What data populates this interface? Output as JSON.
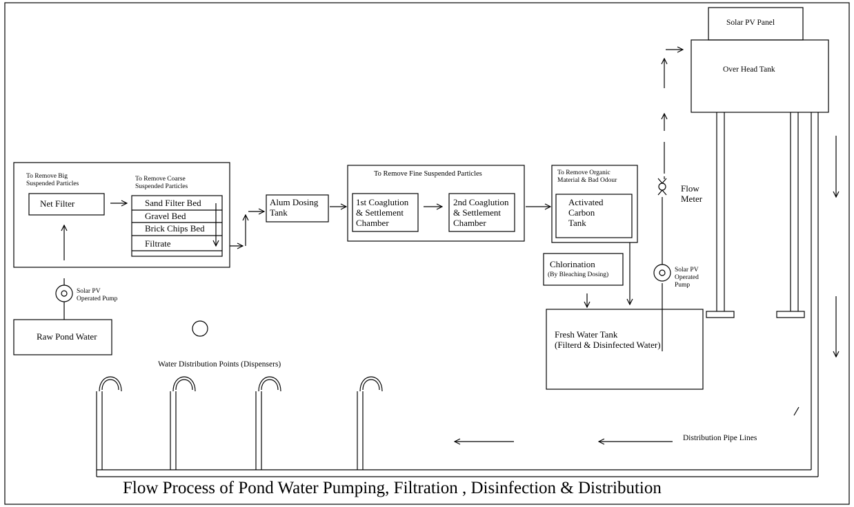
{
  "net_filter": {
    "heading": "To Remove Big\nSuspended Particles",
    "label": "Net Filter"
  },
  "layered_filter": {
    "heading": "To Remove Coarse\nSuspended Particles",
    "layers": [
      "Sand Filter Bed",
      "Gravel Bed",
      "Brick Chips Bed",
      "Filtrate"
    ]
  },
  "alum_tank": {
    "label": "Alum Dosing\nTank"
  },
  "coagulation": {
    "heading": "To Remove Fine Suspended Particles",
    "chamber1": "1st Coaglution\n& Settlement\nChamber",
    "chamber2": "2nd Coaglution\n& Settlement\nChamber"
  },
  "carbon": {
    "heading": "To Remove Organic\nMaterial & Bad Odour",
    "label": "Activated\nCarbon\nTank"
  },
  "chlorination": {
    "label": "Chlorination",
    "sublabel": "(By Bleaching Dosing)"
  },
  "fresh_tank": {
    "label": "Fresh Water Tank\n(Filterd & Disinfected Water)"
  },
  "raw_water": {
    "label": "Raw Pond Water"
  },
  "pump1": {
    "label": "Solar PV\nOperated Pump"
  },
  "pump2": {
    "label": "Solar PV\nOperated\nPump"
  },
  "flow_meter": {
    "label": "Flow\nMeter"
  },
  "solar_panel": {
    "label": "Solar PV Panel"
  },
  "overhead_tank": {
    "label": "Over Head Tank"
  },
  "dispensers": {
    "label": "Water Distribution Points (Dispensers)"
  },
  "pipelines": {
    "label": "Distribution Pipe Lines"
  },
  "caption": "Flow Process of Pond Water Pumping, Filtration , Disinfection & Distribution"
}
